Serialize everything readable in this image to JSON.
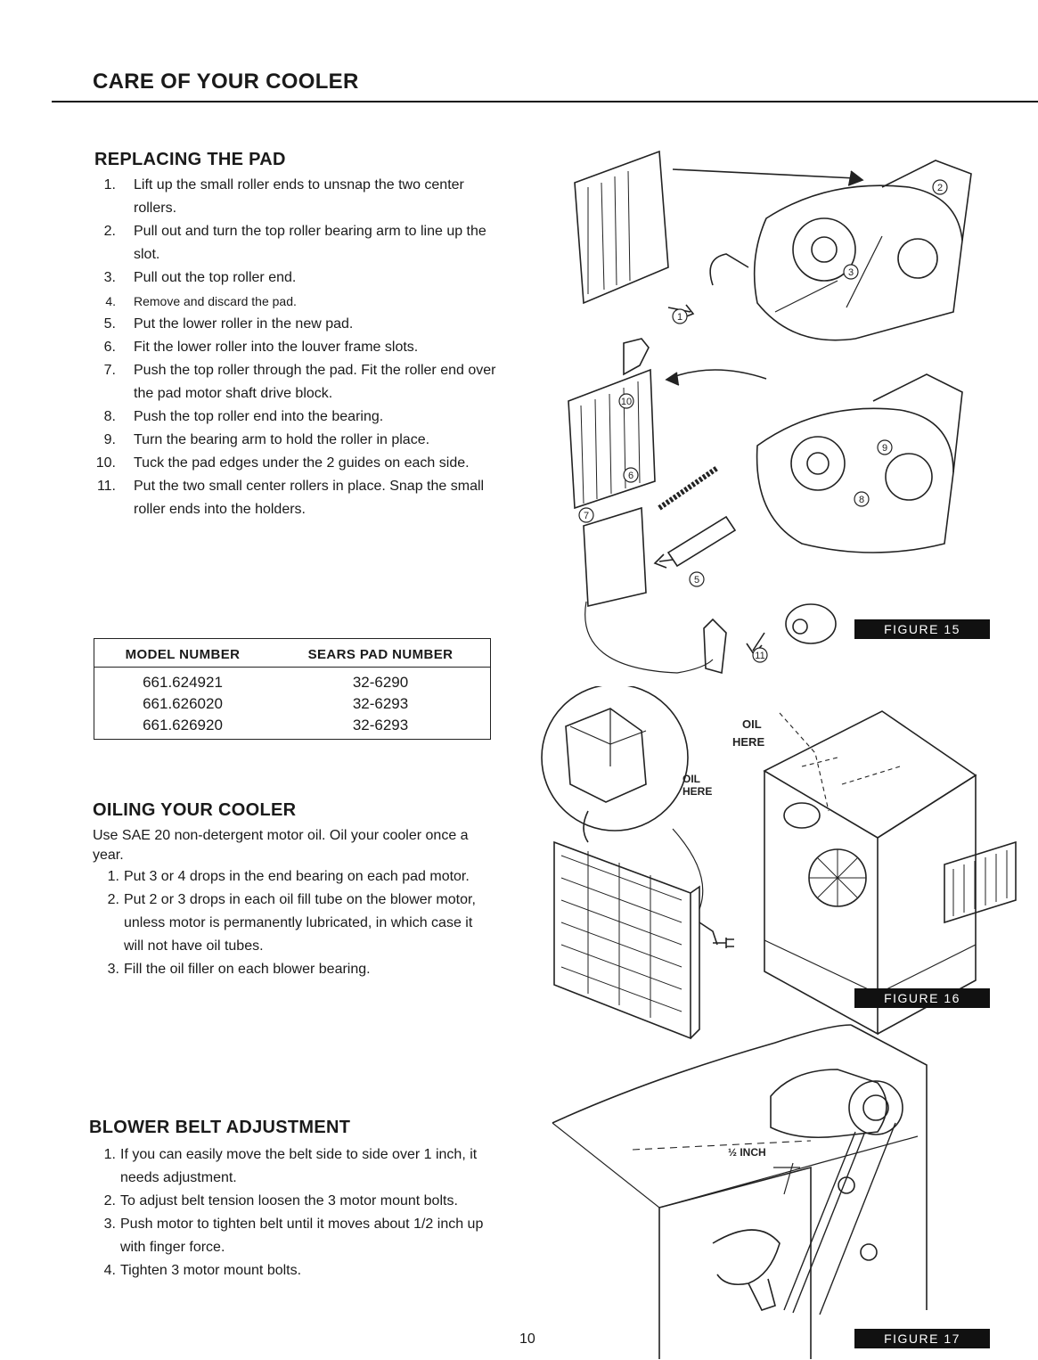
{
  "page_title": "CARE OF YOUR COOLER",
  "page_number": "10",
  "replacing_pad": {
    "heading": "REPLACING THE PAD",
    "steps": [
      {
        "num": "1.",
        "text": "Lift up the small roller ends to unsnap the two center rollers."
      },
      {
        "num": "2.",
        "text": "Pull out and turn the top roller bearing arm to line up the slot."
      },
      {
        "num": "3.",
        "text": "Pull out the top roller end."
      },
      {
        "num": "4.",
        "text": "Remove and discard the pad."
      },
      {
        "num": "5.",
        "text": "Put the lower roller in the new pad."
      },
      {
        "num": "6.",
        "text": "Fit the lower roller into the louver frame slots."
      },
      {
        "num": "7.",
        "text": "Push the top roller through the pad. Fit the roller end over the pad motor shaft drive block."
      },
      {
        "num": "8.",
        "text": "Push the top roller end into the bearing."
      },
      {
        "num": "9.",
        "text": "Turn the bearing arm to hold the roller in place."
      },
      {
        "num": "10.",
        "text": "Tuck the pad edges under the 2 guides on each side."
      },
      {
        "num": "11.",
        "text": "Put the two small center rollers in place. Snap the small roller ends into the holders."
      }
    ]
  },
  "pad_table": {
    "headers": [
      "MODEL NUMBER",
      "SEARS PAD NUMBER"
    ],
    "rows": [
      [
        "661.624921",
        "32-6290"
      ],
      [
        "661.626020",
        "32-6293"
      ],
      [
        "661.626920",
        "32-6293"
      ]
    ]
  },
  "oiling": {
    "heading": "OILING YOUR COOLER",
    "intro": "Use SAE 20 non-detergent motor oil. Oil your cooler once a year.",
    "steps": [
      {
        "num": "1.",
        "text": "Put 3 or 4 drops in the end bearing on each pad motor."
      },
      {
        "num": "2.",
        "text": "Put 2 or 3 drops in each oil fill tube on the blower motor, unless motor is permanently lubricated, in which case it will not have oil tubes."
      },
      {
        "num": "3.",
        "text": "Fill the oil filler on each blower bearing."
      }
    ]
  },
  "belt": {
    "heading": "BLOWER BELT ADJUSTMENT",
    "steps": [
      {
        "num": "1.",
        "text": "If you can easily move the belt side to side over 1 inch, it needs adjustment."
      },
      {
        "num": "2.",
        "text": "To adjust belt tension loosen the 3 motor mount bolts."
      },
      {
        "num": "3.",
        "text": "Push motor to tighten belt until it moves about 1/2 inch up with finger force."
      },
      {
        "num": "4.",
        "text": "Tighten 3 motor mount bolts."
      }
    ]
  },
  "figure15": {
    "label": "FIGURE 15",
    "callouts": [
      "1",
      "2",
      "3",
      "5",
      "6",
      "7",
      "8",
      "9",
      "10",
      "11"
    ]
  },
  "figure16": {
    "label": "FIGURE 16",
    "oil_here_1": "OIL HERE",
    "oil_here_2": "OIL HERE"
  },
  "figure17": {
    "label": "FIGURE 17",
    "measure": "½ INCH"
  }
}
